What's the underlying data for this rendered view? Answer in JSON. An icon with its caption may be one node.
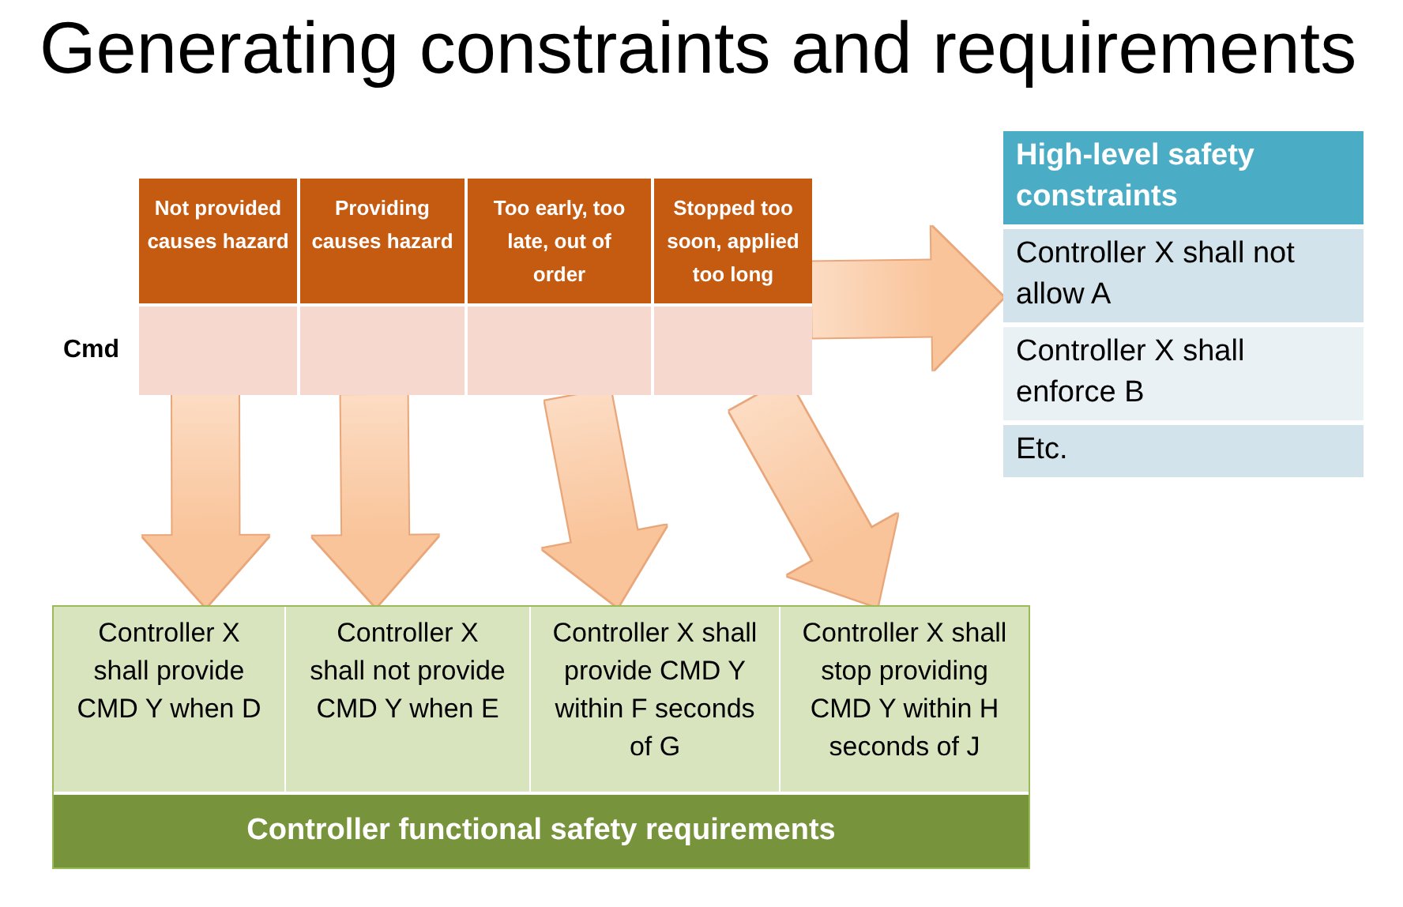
{
  "diagram": {
    "title": "Generating constraints and requirements",
    "nodes": [
      {
        "text": [],
        "shape": "box"
      },
      {
        "text": [
          "Not provided causes hazard"
        ],
        "in": 0
      },
      {
        "text": [
          "Providing causes hazard"
        ],
        "in": 0
      },
      {
        "text": [
          "Too early, too late, out of order"
        ],
        "in": 0
      },
      {
        "text": [
          "Stopped too soon, applied too long"
        ],
        "in": 0
      },
      {
        "text": [],
        "shape": "box",
        "in": 0
      },
      {
        "text": [],
        "shape": "box",
        "in": 0
      },
      {
        "text": [],
        "shape": "box",
        "in": 0
      },
      {
        "text": [],
        "shape": "box",
        "in": 0
      },
      {
        "text": [
          "High-level safety constraints",
          "Controller X shall not allow A",
          "Controller X shall enforce B",
          "Etc."
        ]
      },
      {
        "text": [
          "Controller functional safety requirements"
        ]
      },
      {
        "text": [
          "Controller X shall provide CMD Y when D"
        ],
        "in": 10
      },
      {
        "text": [
          "Controller X shall not provide CMD Y when E"
        ],
        "in": 10
      },
      {
        "text": [
          "Controller X shall provide CMD Y within F seconds of G"
        ],
        "in": 10
      },
      {
        "text": [
          "Controller X shall stop providing CMD Y within H seconds of J"
        ],
        "in": 10
      }
    ],
    "edges": [
      {
        "from": 5,
        "to": 11,
        "arrow": "to",
        "style": "thick"
      },
      {
        "from": 6,
        "to": 12,
        "arrow": "to",
        "style": "thick"
      },
      {
        "from": 7,
        "to": 13,
        "arrow": "to",
        "style": "thick"
      },
      {
        "from": 8,
        "to": 14,
        "arrow": "to",
        "style": "thick"
      },
      {
        "from": 0,
        "to": 9,
        "arrow": "to",
        "style": "thick"
      }
    ],
    "labels": [
      "Cmd"
    ]
  }
}
